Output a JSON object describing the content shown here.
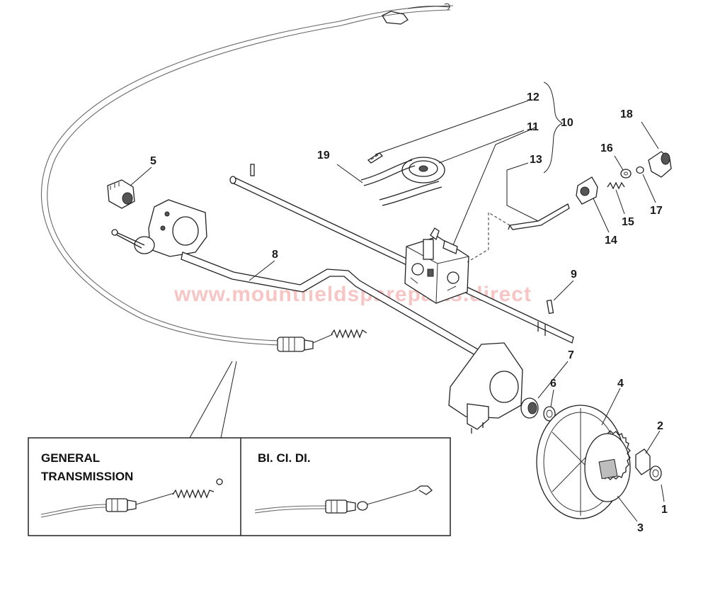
{
  "callouts": [
    "1",
    "2",
    "3",
    "4",
    "5",
    "6",
    "7",
    "8",
    "9",
    "10",
    "11",
    "12",
    "13",
    "14",
    "15",
    "16",
    "17",
    "18",
    "19"
  ],
  "watermark": "www.mountfieldspareparts.direct",
  "legend": {
    "left_title_line1": "GENERAL",
    "left_title_line2": "TRANSMISSION",
    "right_title": "BI. CI. DI."
  }
}
